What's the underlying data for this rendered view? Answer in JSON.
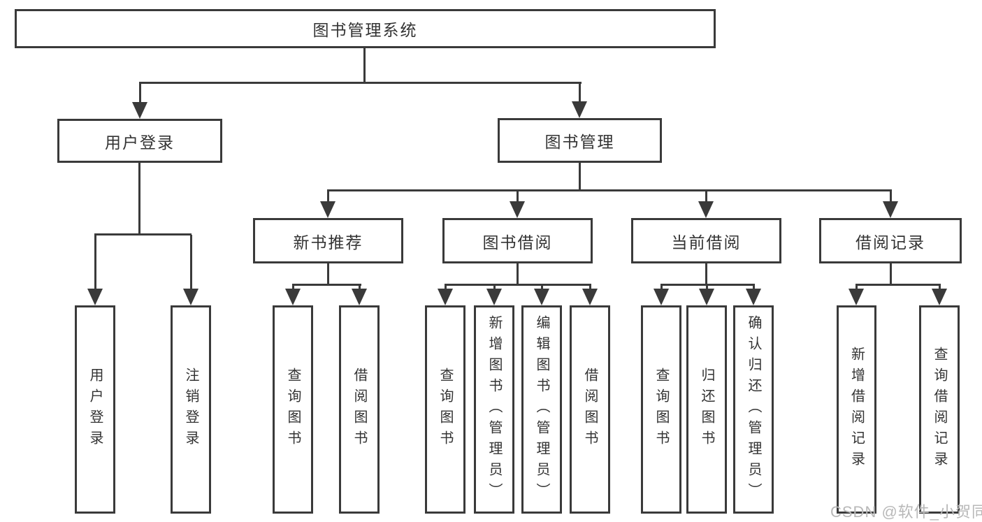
{
  "diagram_type": "hierarchy-diagram",
  "colors": {
    "line": "#3a3a3a",
    "text": "#333333",
    "background": "#ffffff",
    "watermark": "#b8b8b8"
  },
  "tree": {
    "root": {
      "label": "图书管理系统"
    },
    "branches": [
      {
        "label": "用户登录",
        "leaves": [
          {
            "label": "用户登录"
          },
          {
            "label": "注销登录"
          }
        ]
      },
      {
        "label": "图书管理",
        "sections": [
          {
            "label": "新书推荐",
            "leaves": [
              {
                "label": "查询图书"
              },
              {
                "label": "借阅图书"
              }
            ]
          },
          {
            "label": "图书借阅",
            "leaves": [
              {
                "label": "查询图书"
              },
              {
                "label": "新增图书（管理员）"
              },
              {
                "label": "编辑图书（管理员）"
              },
              {
                "label": "借阅图书"
              }
            ]
          },
          {
            "label": "当前借阅",
            "leaves": [
              {
                "label": "查询图书"
              },
              {
                "label": "归还图书"
              },
              {
                "label": "确认归还（管理员）"
              }
            ]
          },
          {
            "label": "借阅记录",
            "leaves": [
              {
                "label": "新增借阅记录"
              },
              {
                "label": "查询借阅记录"
              }
            ]
          }
        ]
      }
    ]
  },
  "watermark": {
    "text": "CSDN @软件_小贺同学"
  }
}
